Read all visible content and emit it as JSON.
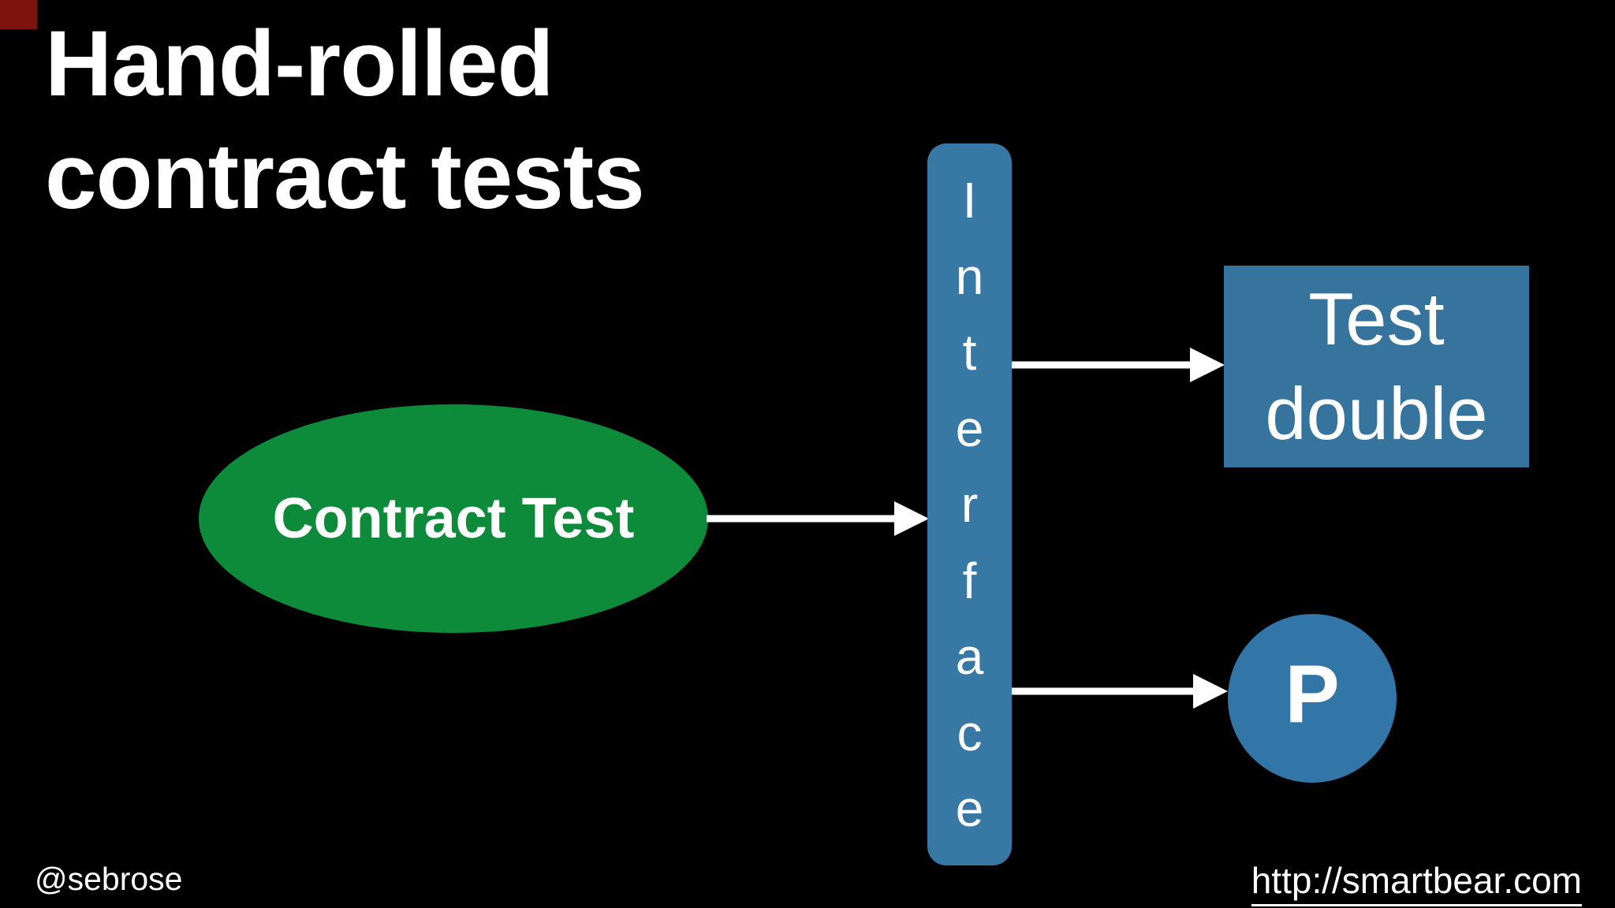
{
  "slide": {
    "title_lines": [
      "Hand-rolled",
      "contract tests"
    ],
    "footer": {
      "handle": "@sebrose",
      "url": "http://smartbear.com"
    }
  },
  "diagram": {
    "contract_test_label": "Contract Test",
    "interface": {
      "word": "Interface",
      "letters": [
        "I",
        "n",
        "t",
        "e",
        "r",
        "f",
        "a",
        "c",
        "e"
      ]
    },
    "test_double_lines": [
      "Test",
      "double"
    ],
    "process_label": "P"
  },
  "colors": {
    "background": "#000000",
    "green_ellipse": "#0D8B3A",
    "blue_bar": "#3878A4",
    "blue_box": "#36749E",
    "blue_circle": "#3176A7",
    "arrow": "#FFFFFF",
    "text": "#FFFFFF",
    "corner_mark": "#7E120D"
  }
}
